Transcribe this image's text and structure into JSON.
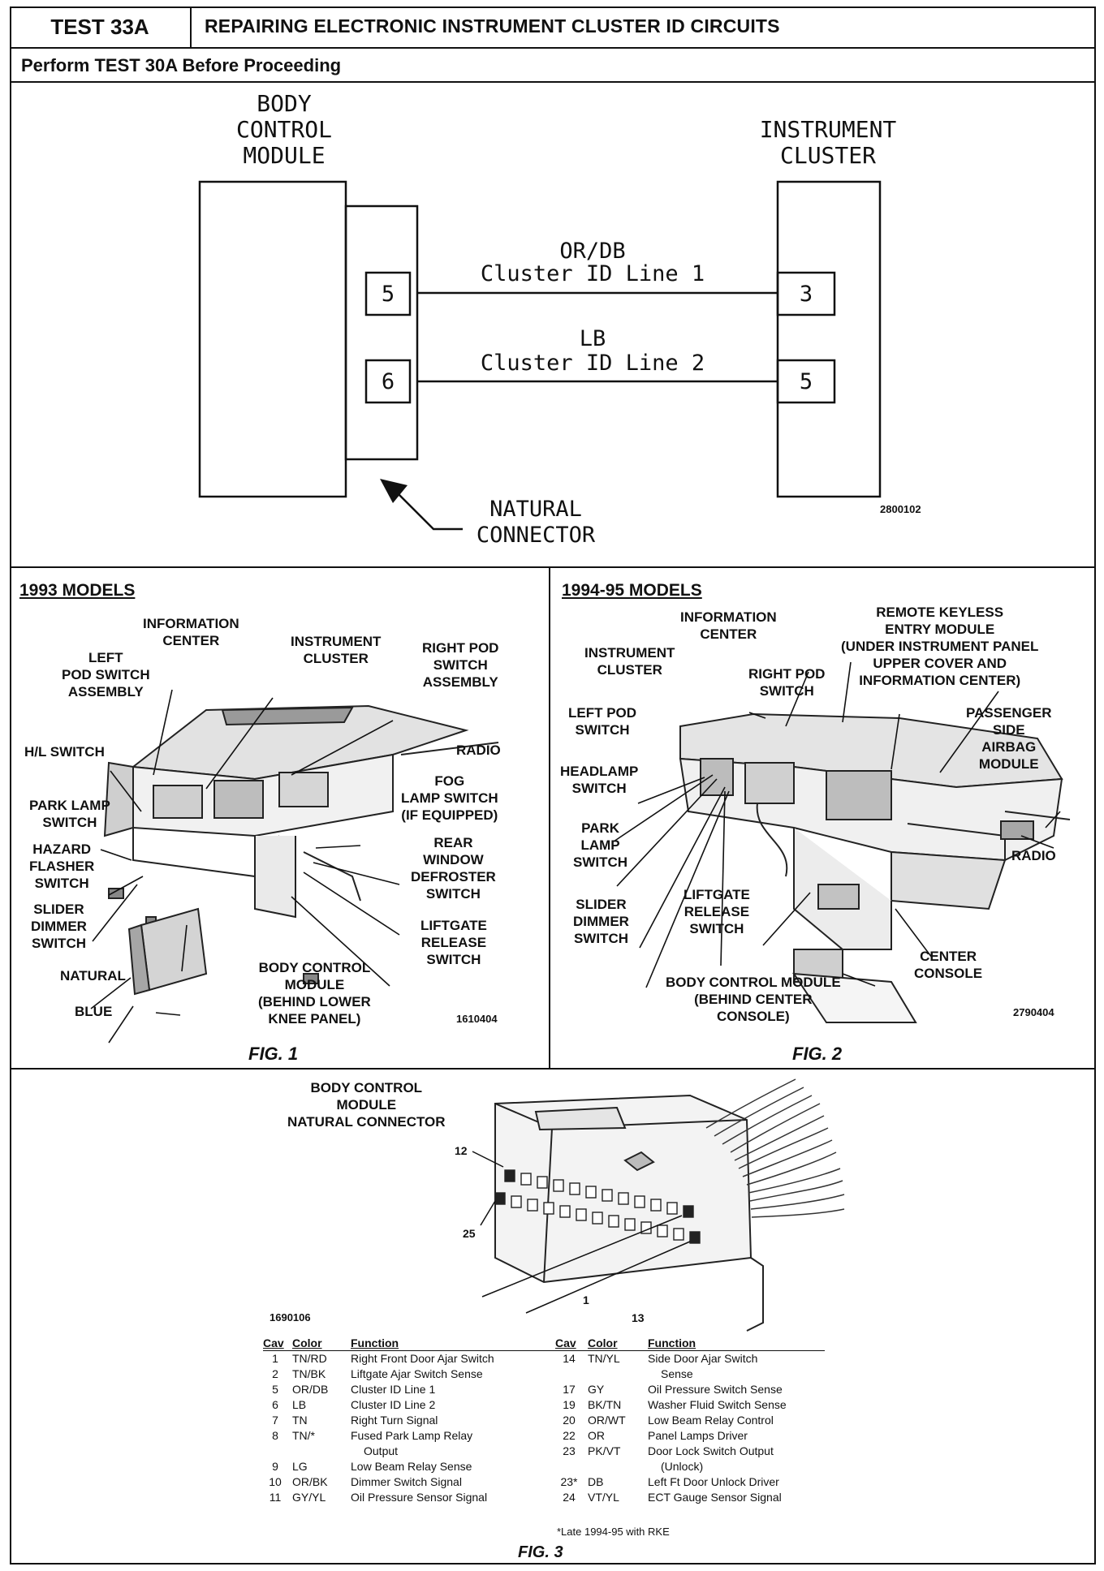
{
  "header": {
    "test_id": "TEST 33A",
    "title": "REPAIRING ELECTRONIC INSTRUMENT CLUSTER ID CIRCUITS",
    "subtitle": "Perform TEST 30A Before Proceeding"
  },
  "wiring": {
    "bcm_label": [
      "BODY",
      "CONTROL",
      "MODULE"
    ],
    "cluster_label": [
      "INSTRUMENT",
      "CLUSTER"
    ],
    "wire1_color": "OR/DB",
    "wire1_name": "Cluster ID Line 1",
    "wire2_color": "LB",
    "wire2_name": "Cluster ID Line 2",
    "bcm_pins": [
      "5",
      "6"
    ],
    "cluster_pins": [
      "3",
      "5"
    ],
    "connector_label": [
      "NATURAL",
      "CONNECTOR"
    ],
    "ref": "2800102"
  },
  "fig1": {
    "heading": "1993 MODELS",
    "caption": "FIG. 1",
    "ref": "1610404",
    "labels": {
      "info_center": [
        "INFORMATION",
        "CENTER"
      ],
      "left_pod": [
        "LEFT",
        "POD SWITCH",
        "ASSEMBLY"
      ],
      "instrument_cluster": [
        "INSTRUMENT",
        "CLUSTER"
      ],
      "right_pod": [
        "RIGHT POD",
        "SWITCH",
        "ASSEMBLY"
      ],
      "hl_switch": "H/L SWITCH",
      "radio": "RADIO",
      "fog": [
        "FOG",
        "LAMP SWITCH",
        "(IF EQUIPPED)"
      ],
      "park_lamp": [
        "PARK LAMP",
        "SWITCH"
      ],
      "hazard": [
        "HAZARD",
        "FLASHER",
        "SWITCH"
      ],
      "rear_window": [
        "REAR",
        "WINDOW",
        "DEFROSTER",
        "SWITCH"
      ],
      "slider": [
        "SLIDER",
        "DIMMER",
        "SWITCH"
      ],
      "liftgate": [
        "LIFTGATE",
        "RELEASE",
        "SWITCH"
      ],
      "natural": "NATURAL",
      "blue": "BLUE",
      "bcm": [
        "BODY CONTROL",
        "MODULE",
        "(BEHIND LOWER",
        "KNEE PANEL)"
      ]
    }
  },
  "fig2": {
    "heading": "1994-95 MODELS",
    "caption": "FIG. 2",
    "ref": "2790404",
    "labels": {
      "info_center": [
        "INFORMATION",
        "CENTER"
      ],
      "rke": [
        "REMOTE KEYLESS",
        "ENTRY MODULE",
        "(UNDER INSTRUMENT PANEL",
        "UPPER COVER AND",
        "INFORMATION CENTER)"
      ],
      "instrument_cluster": [
        "INSTRUMENT",
        "CLUSTER"
      ],
      "right_pod": [
        "RIGHT POD",
        "SWITCH"
      ],
      "left_pod": [
        "LEFT POD",
        "SWITCH"
      ],
      "passenger": [
        "PASSENGER",
        "SIDE",
        "AIRBAG",
        "MODULE"
      ],
      "headlamp": [
        "HEADLAMP",
        "SWITCH"
      ],
      "park": [
        "PARK",
        "LAMP",
        "SWITCH"
      ],
      "radio": "RADIO",
      "liftgate": [
        "LIFTGATE",
        "RELEASE",
        "SWITCH"
      ],
      "slider": [
        "SLIDER",
        "DIMMER",
        "SWITCH"
      ],
      "center_console": [
        "CENTER",
        "CONSOLE"
      ],
      "bcm": [
        "BODY CONTROL MODULE",
        "(BEHIND CENTER",
        "CONSOLE)"
      ]
    }
  },
  "fig3": {
    "title": [
      "BODY CONTROL",
      "MODULE",
      "NATURAL CONNECTOR"
    ],
    "caption": "FIG. 3",
    "ref": "1690106",
    "pin_labels": [
      "12",
      "25",
      "1",
      "13"
    ],
    "footnote": "*Late 1994-95 with RKE",
    "columns": [
      "Cav",
      "Color",
      "Function"
    ],
    "left_pins": [
      {
        "cav": "1",
        "color": "TN/RD",
        "function": "Right Front Door Ajar Switch"
      },
      {
        "cav": "2",
        "color": "TN/BK",
        "function": "Liftgate Ajar Switch Sense"
      },
      {
        "cav": "5",
        "color": "OR/DB",
        "function": "Cluster ID Line 1"
      },
      {
        "cav": "6",
        "color": "LB",
        "function": "Cluster ID Line 2"
      },
      {
        "cav": "7",
        "color": "TN",
        "function": "Right Turn Signal"
      },
      {
        "cav": "8",
        "color": "TN/*",
        "function": "Fused Park Lamp Relay"
      },
      {
        "cav": "",
        "color": "",
        "function": "Output"
      },
      {
        "cav": "9",
        "color": "LG",
        "function": "Low Beam Relay Sense"
      },
      {
        "cav": "10",
        "color": "OR/BK",
        "function": "Dimmer Switch Signal"
      },
      {
        "cav": "11",
        "color": "GY/YL",
        "function": "Oil Pressure Sensor Signal"
      }
    ],
    "right_pins": [
      {
        "cav": "14",
        "color": "TN/YL",
        "function": "Side Door Ajar Switch"
      },
      {
        "cav": "",
        "color": "",
        "function": "Sense"
      },
      {
        "cav": "17",
        "color": "GY",
        "function": "Oil Pressure Switch Sense"
      },
      {
        "cav": "19",
        "color": "BK/TN",
        "function": "Washer Fluid Switch Sense"
      },
      {
        "cav": "20",
        "color": "OR/WT",
        "function": "Low Beam Relay Control"
      },
      {
        "cav": "22",
        "color": "OR",
        "function": "Panel Lamps Driver"
      },
      {
        "cav": "23",
        "color": "PK/VT",
        "function": "Door Lock Switch Output"
      },
      {
        "cav": "",
        "color": "",
        "function": "(Unlock)"
      },
      {
        "cav": "23*",
        "color": "DB",
        "function": "Left Ft Door Unlock Driver"
      },
      {
        "cav": "24",
        "color": "VT/YL",
        "function": "ECT Gauge Sensor Signal"
      }
    ]
  }
}
